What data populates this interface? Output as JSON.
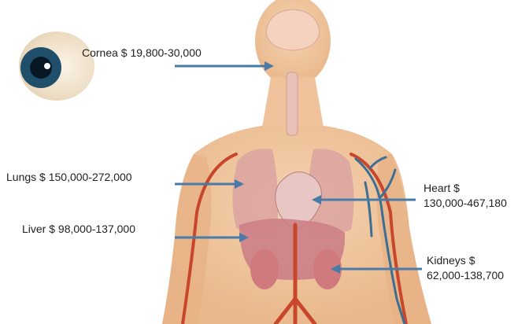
{
  "labels": {
    "cornea": "Cornea $ 19,800-30,000",
    "lungs": "Lungs $ 150,000-272,000",
    "liver": "Liver $ 98,000-137,000",
    "heart_line1": "Heart $",
    "heart_line2": "130,000-467,180",
    "kidneys_line1": "Kidneys $",
    "kidneys_line2": "62,000-138,700"
  },
  "colors": {
    "arrow": "#4a7aa6",
    "skin": "#f2c9a3",
    "artery": "#c8472c",
    "vein": "#3d6f94",
    "organ": "#d98b8b",
    "iris": "#1f4f6a"
  }
}
